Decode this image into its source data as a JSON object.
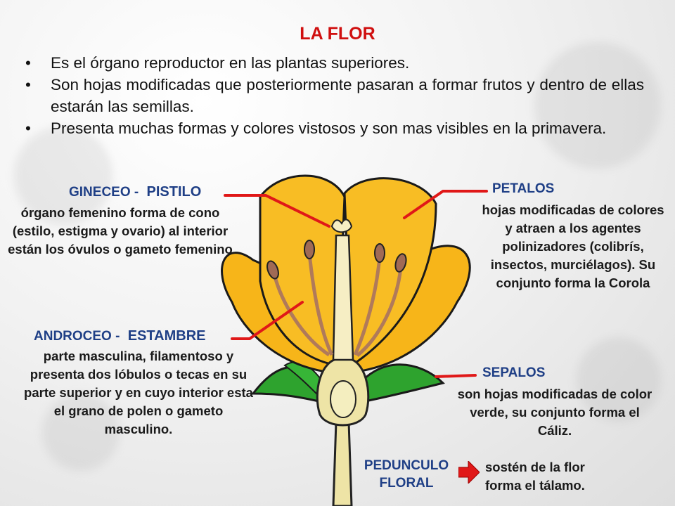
{
  "slide": {
    "title": "LA FLOR",
    "bullets": [
      "Es el órgano reproductor en las plantas superiores.",
      "Son hojas modificadas que posteriormente pasaran a formar frutos y dentro de ellas estarán las semillas.",
      "Presenta muchas formas y colores vistosos y son mas visibles en la primavera."
    ]
  },
  "labels": {
    "gineceo": {
      "heading": "GINECEO -",
      "part": "PISTILO",
      "description": "órgano femenino forma de cono (estilo, estigma y ovario) al interior están los óvulos o gameto femenino"
    },
    "androceo": {
      "heading": "ANDROCEO -",
      "part": "ESTAMBRE",
      "description": "parte masculina, filamentoso y presenta dos lóbulos o tecas en su parte superior y en cuyo interior esta el grano de polen o gameto masculino."
    },
    "petalos": {
      "part": "PETALOS",
      "description": "hojas modificadas de colores y atraen a los agentes polinizadores (colibrís, insectos, murciélagos). Su conjunto forma la Corola"
    },
    "sepalos": {
      "part": "SEPALOS",
      "description": "son hojas modificadas de color verde, su conjunto forma el Cáliz."
    },
    "pedunculo": {
      "part_line1": "PEDUNCULO",
      "part_line2": "FLORAL",
      "description": "sostén de la flor forma el tálamo."
    }
  },
  "colors": {
    "title": "#d01010",
    "label_blue": "#1f3f86",
    "pointer_red": "#e01818",
    "petal": "#f7b519",
    "sepal": "#2ea32e",
    "receptacle": "#eee4a6"
  },
  "icons": {
    "arrow": "right-arrow-icon"
  }
}
